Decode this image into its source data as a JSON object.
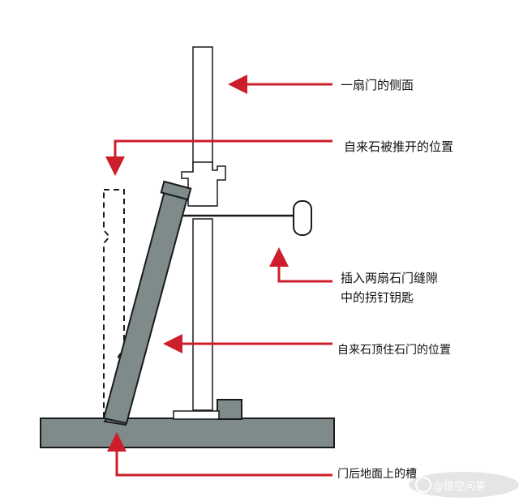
{
  "labels": {
    "door_side": "一扇门的侧面",
    "pushed_position": "自来石被推开的位置",
    "key_line1": "插入两扇石门缝隙",
    "key_line2": "中的拐钉钥匙",
    "propped_position": "自来石顶住石门的位置",
    "ground_groove": "门后地面上的槽"
  },
  "watermark": {
    "text": "@悟空问答",
    "icon": "wukong-logo-icon"
  },
  "colors": {
    "arrow": "#cc1f2b",
    "stone": "#7f8b8b",
    "outline": "#1a1a1a",
    "background": "#ffffff"
  },
  "icons": [
    "arrow-left-icon",
    "arrow-down-icon",
    "arrow-up-icon"
  ]
}
